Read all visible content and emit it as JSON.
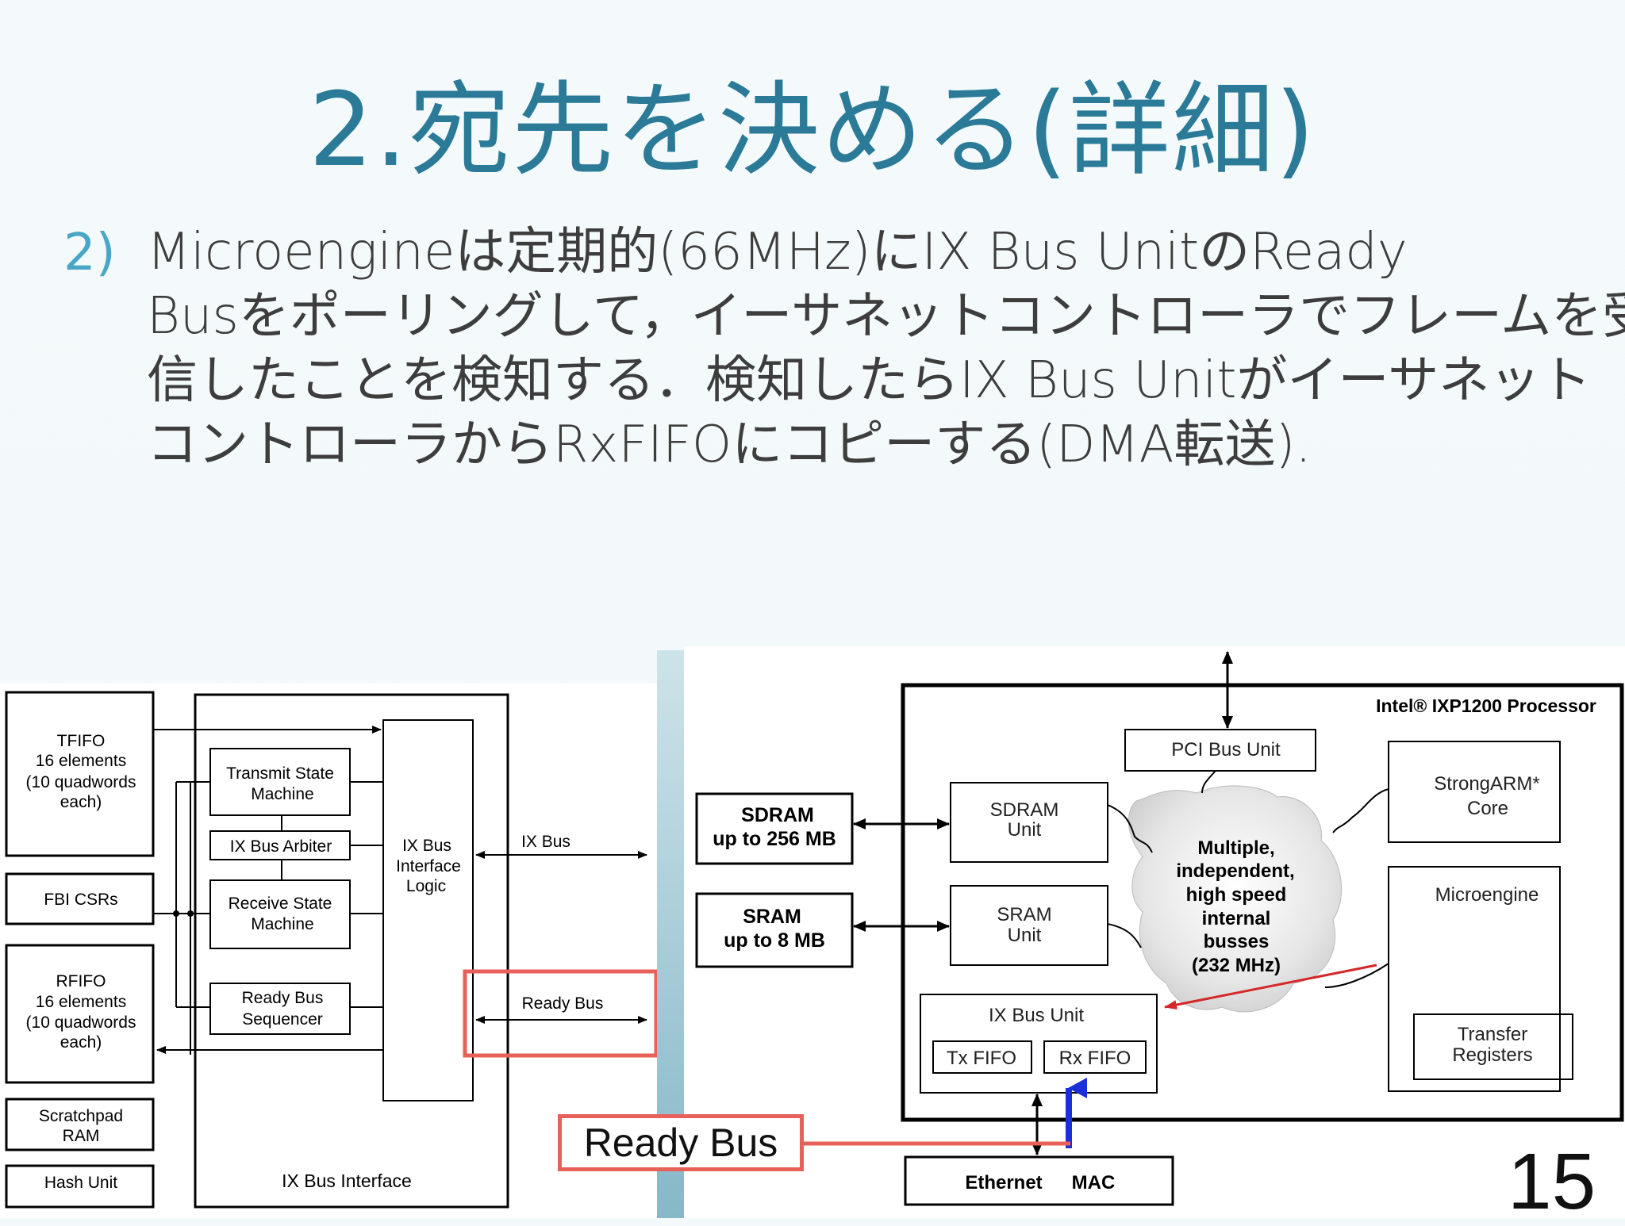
{
  "slide": {
    "title": "2.宛先を決める(詳細)",
    "bullet_number": "2)",
    "bullet_lines": [
      "Microengineは定期的(66MHz)にIX Bus UnitのReady",
      "Busをポーリングして，イーサネットコントローラでフレームを受",
      "信したことを検知する．検知したらIX Bus Unitがイーサネット",
      "コントローラからRxFIFOにコピーする(DMA転送)."
    ],
    "page_number": "15"
  },
  "left_diagram": {
    "tfifo": [
      "TFIFO",
      "16 elements",
      "(10 quadwords",
      "each)"
    ],
    "fbi_csrs": "FBI CSRs",
    "rfifo": [
      "RFIFO",
      "16 elements",
      "(10 quadwords",
      "each)"
    ],
    "scratchpad": [
      "Scratchpad",
      "RAM"
    ],
    "hash_unit": "Hash Unit",
    "transmit_sm": [
      "Transmit State",
      "Machine"
    ],
    "ix_bus_arbiter": "IX Bus Arbiter",
    "receive_sm": [
      "Receive State",
      "Machine"
    ],
    "ready_bus_seq": [
      "Ready Bus",
      "Sequencer"
    ],
    "interface_logic": [
      "IX Bus",
      "Interface",
      "Logic"
    ],
    "ix_bus": "IX Bus",
    "ready_bus": "Ready Bus",
    "ix_bus_interface": "IX Bus Interface"
  },
  "right_diagram": {
    "processor_label": "Intel® IXP1200 Processor",
    "pci_bus_unit": "PCI Bus Unit",
    "strongarm": [
      "StrongARM*",
      "Core"
    ],
    "sdram_ext": [
      "SDRAM",
      "up to 256 MB"
    ],
    "sdram_unit": [
      "SDRAM",
      "Unit"
    ],
    "sram_ext": [
      "SRAM",
      "up to 8 MB"
    ],
    "sram_unit": [
      "SRAM",
      "Unit"
    ],
    "cloud": [
      "Multiple,",
      "independent,",
      "high speed",
      "internal",
      "busses",
      "(232 MHz)"
    ],
    "microengine": "Microengine",
    "transfer_regs": [
      "Transfer",
      "Registers"
    ],
    "ix_bus_unit": "IX Bus Unit",
    "tx_fifo": "Tx FIFO",
    "rx_fifo": "Rx FIFO",
    "ethernet_mac": [
      "Ethernet",
      "MAC"
    ]
  },
  "callout": {
    "label": "Ready Bus"
  },
  "colors": {
    "title": "#2a7a98",
    "highlight": "#e8605a",
    "arrow_blue": "#1a2fd8",
    "arrow_red": "#d42828"
  }
}
